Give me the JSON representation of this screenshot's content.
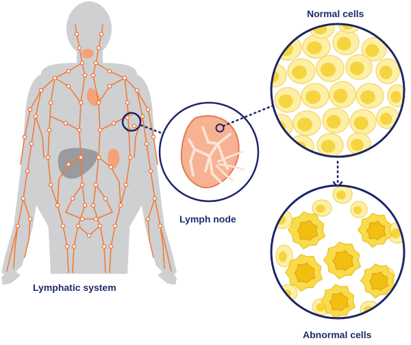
{
  "labels": {
    "lymphatic_system": "Lymphatic system",
    "lymph_node": "Lymph node",
    "normal_cells": "Normal cells",
    "abnormal_cells": "Abnormal cells"
  },
  "colors": {
    "body_fill": "#cfd0d2",
    "vessel": "#f07a3a",
    "organ": "#f4a27a",
    "liver": "#9a9b9e",
    "circle_stroke": "#1c2466",
    "cell_light": "#fdf0a6",
    "cell_nucleus": "#f5d440",
    "abnormal_cell": "#f7dc4d",
    "abnormal_nucleus": "#f2bf10",
    "node_fill": "#f6b293",
    "node_trabeculae": "#fbe3d6",
    "text": "#1f2a6e"
  }
}
